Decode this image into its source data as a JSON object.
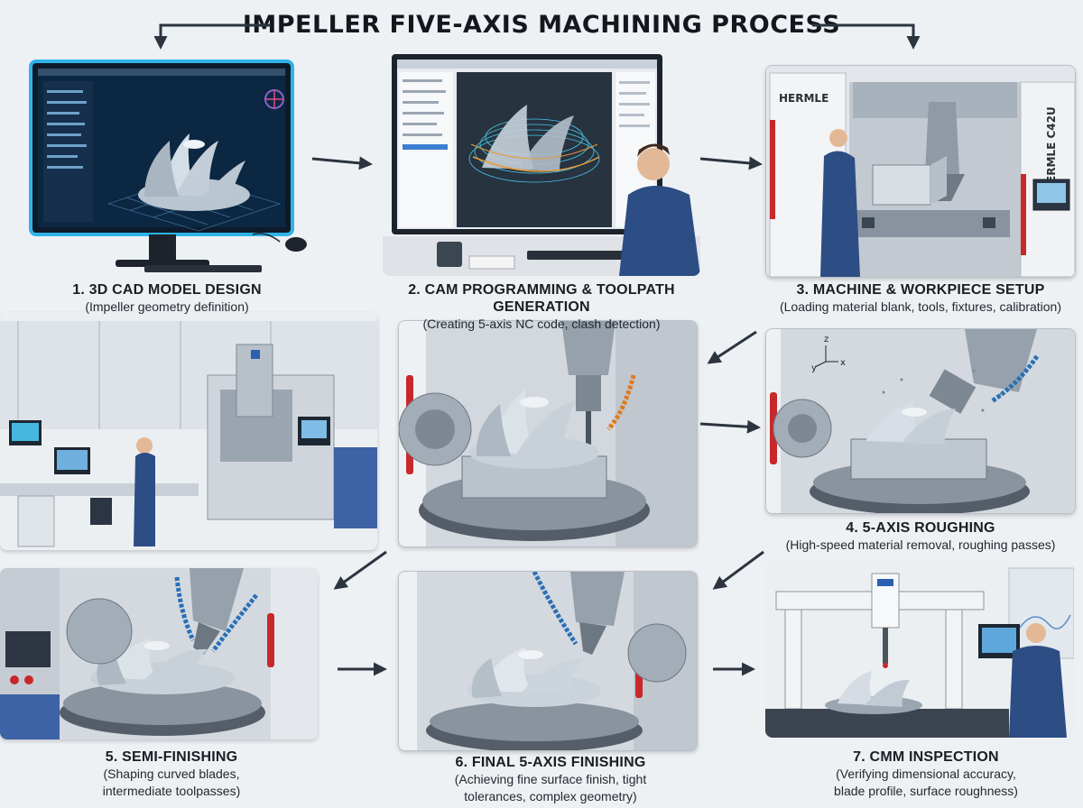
{
  "title": "IMPELLER FIVE-AXIS MACHINING PROCESS",
  "steps": [
    {
      "heading": "1. 3D CAD MODEL DESIGN",
      "desc": "(Impeller geometry definition)"
    },
    {
      "heading": "2. CAM PROGRAMMING & TOOLPATH GENERATION",
      "desc": "(Creating 5-axis NC code, clash detection)"
    },
    {
      "heading": "3. MACHINE & WORKPIECE SETUP",
      "desc": "(Loading material blank, tools, fixtures, calibration)"
    },
    {
      "heading": "4. 5-AXIS ROUGHING",
      "desc": "(High-speed material removal, roughing passes)"
    },
    {
      "heading": "5. SEMI-FINISHING",
      "desc_line1": "(Shaping curved blades,",
      "desc_line2": "intermediate toolpasses)"
    },
    {
      "heading": "6. FINAL 5-AXIS FINISHING",
      "desc_line1": "(Achieving fine surface finish, tight",
      "desc_line2": "tolerances, complex geometry)"
    },
    {
      "heading": "7. CMM INSPECTION",
      "desc_line1": "(Verifying dimensional accuracy,",
      "desc_line2": "blade profile, surface roughness)"
    }
  ],
  "machine_brand": "HERMLE",
  "machine_model": "HERMLE C42U",
  "axis_labels": {
    "z": "z",
    "x": "x",
    "y": "y"
  },
  "colors": {
    "arrow": "#2c3440",
    "screen_glow": "#2fb3e8",
    "accent_red": "#c8282a",
    "coolant_orange": "#e07a1e",
    "coolant_blue": "#2a6fb5",
    "worker_blue": "#2d4d85"
  }
}
